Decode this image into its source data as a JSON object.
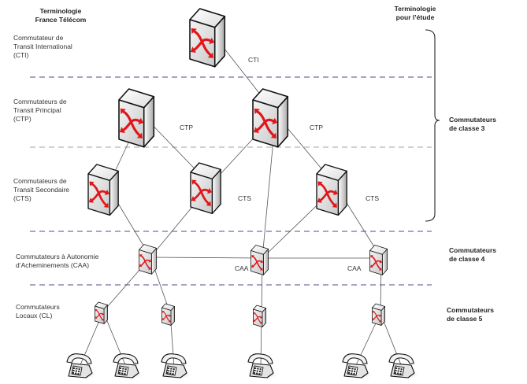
{
  "headers": {
    "left": [
      "Terminologie",
      "France Télécom"
    ],
    "right": [
      "Terminologie",
      "pour l’étude"
    ]
  },
  "levels": [
    {
      "id": "cti",
      "label_lines": [
        "Commutateur de",
        "Transit International",
        "(CTI)"
      ]
    },
    {
      "id": "ctp",
      "label_lines": [
        "Commutateurs de",
        "Transit Principal",
        "(CTP)"
      ]
    },
    {
      "id": "cts",
      "label_lines": [
        "Commutateurs de",
        "Transit Secondaire",
        "(CTS)"
      ]
    },
    {
      "id": "caa",
      "label_lines": [
        "Commutateurs à Autonomie",
        "d’Acheminements (CAA)"
      ]
    },
    {
      "id": "cl",
      "label_lines": [
        "Commutateurs",
        "Locaux (CL)"
      ]
    }
  ],
  "classes": [
    {
      "id": "class3",
      "lines": [
        "Commutateurs",
        "de classe 3"
      ]
    },
    {
      "id": "class4",
      "lines": [
        "Commutateurs",
        "de classe 4"
      ]
    },
    {
      "id": "class5",
      "lines": [
        "Commutateurs",
        "de classe 5"
      ]
    }
  ],
  "node_tags": {
    "cti": "CTI",
    "ctp1": "CTP",
    "ctp2": "CTP",
    "cts2": "CTS",
    "cts3": "CTS",
    "caa2": "CAA",
    "caa3": "CAA"
  },
  "nodes": [
    {
      "id": "cti",
      "type": "switch",
      "size": "large"
    },
    {
      "id": "ctp1",
      "type": "switch",
      "size": "large"
    },
    {
      "id": "ctp2",
      "type": "switch",
      "size": "large"
    },
    {
      "id": "cts1",
      "type": "switch",
      "size": "medium"
    },
    {
      "id": "cts2",
      "type": "switch",
      "size": "medium"
    },
    {
      "id": "cts3",
      "type": "switch",
      "size": "medium"
    },
    {
      "id": "caa1",
      "type": "switch",
      "size": "small"
    },
    {
      "id": "caa2",
      "type": "switch",
      "size": "small"
    },
    {
      "id": "caa3",
      "type": "switch",
      "size": "small"
    },
    {
      "id": "cl1",
      "type": "switch",
      "size": "tiny"
    },
    {
      "id": "cl2",
      "type": "switch",
      "size": "tiny"
    },
    {
      "id": "cl3",
      "type": "switch",
      "size": "tiny"
    },
    {
      "id": "cl4",
      "type": "switch",
      "size": "tiny"
    },
    {
      "id": "ph1",
      "type": "phone"
    },
    {
      "id": "ph2",
      "type": "phone"
    },
    {
      "id": "ph3",
      "type": "phone"
    },
    {
      "id": "ph4",
      "type": "phone"
    },
    {
      "id": "ph5",
      "type": "phone"
    },
    {
      "id": "ph6",
      "type": "phone"
    }
  ],
  "links": [
    [
      "cti",
      "ctp2"
    ],
    [
      "ctp1",
      "cts1"
    ],
    [
      "ctp1",
      "cts2"
    ],
    [
      "ctp2",
      "cts2"
    ],
    [
      "ctp2",
      "cts3"
    ],
    [
      "ctp2",
      "caa2"
    ],
    [
      "cts1",
      "caa1"
    ],
    [
      "cts2",
      "caa1"
    ],
    [
      "cts3",
      "caa2"
    ],
    [
      "cts3",
      "caa3"
    ],
    [
      "caa1",
      "caa2"
    ],
    [
      "caa2",
      "caa3"
    ],
    [
      "caa1",
      "cl1"
    ],
    [
      "caa1",
      "cl2"
    ],
    [
      "caa2",
      "cl3"
    ],
    [
      "caa3",
      "cl4"
    ],
    [
      "cl1",
      "ph1"
    ],
    [
      "cl1",
      "ph2"
    ],
    [
      "cl2",
      "ph3"
    ],
    [
      "cl3",
      "ph4"
    ],
    [
      "cl4",
      "ph5"
    ],
    [
      "cl4",
      "ph6"
    ]
  ],
  "colors": {
    "switch_symbol": "#e0161a",
    "separator_primary": "#8a86b4",
    "separator_secondary": "#c2c0cc",
    "link": "#555555"
  }
}
